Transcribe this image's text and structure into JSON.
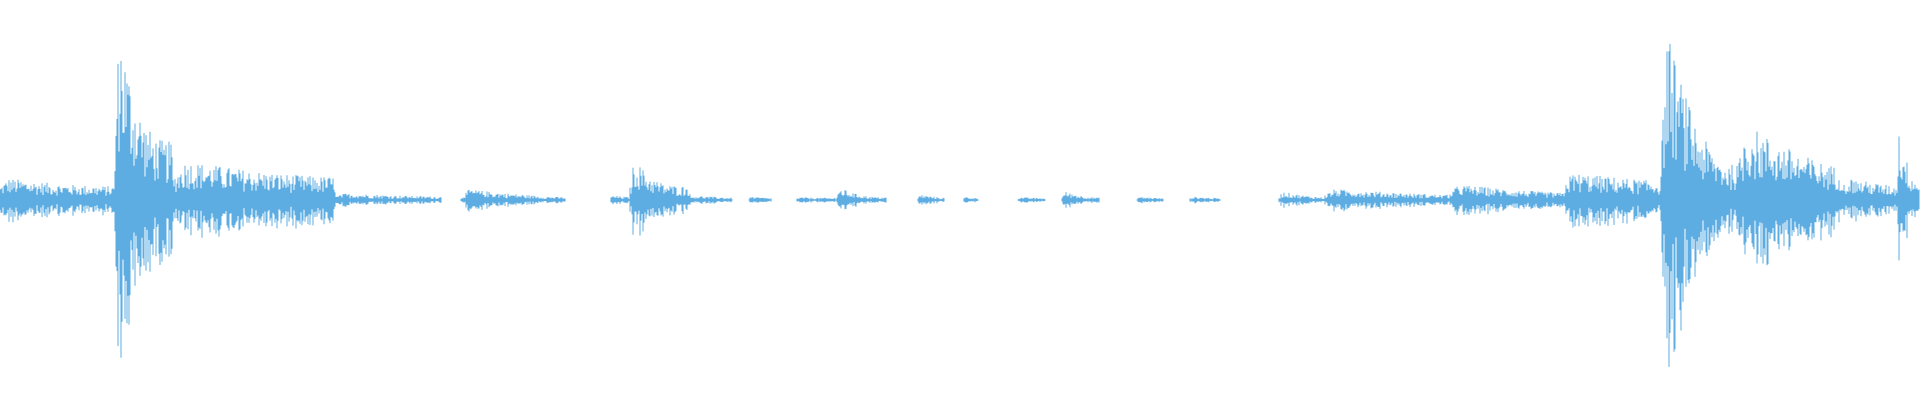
{
  "waveform": {
    "color": "#5dade2",
    "background": "#ffffff",
    "segments": [
      {
        "start": 0.0,
        "end": 0.06,
        "base": 0.06,
        "peak": 0.1,
        "tail": 0.5
      },
      {
        "start": 0.06,
        "end": 0.09,
        "base": 0.25,
        "peak": 0.92,
        "tail": 0.35
      },
      {
        "start": 0.09,
        "end": 0.175,
        "base": 0.1,
        "peak": 0.18,
        "tail": 0.6
      },
      {
        "start": 0.175,
        "end": 0.23,
        "base": 0.015,
        "peak": 0.03,
        "tail": 0.7
      },
      {
        "start": 0.24,
        "end": 0.295,
        "base": 0.012,
        "peak": 0.05,
        "tail": 0.7
      },
      {
        "start": 0.318,
        "end": 0.33,
        "base": 0.012,
        "peak": 0.02,
        "tail": 0.7
      },
      {
        "start": 0.328,
        "end": 0.36,
        "base": 0.06,
        "peak": 0.22,
        "tail": 0.3
      },
      {
        "start": 0.36,
        "end": 0.382,
        "base": 0.01,
        "peak": 0.02,
        "tail": 0.8
      },
      {
        "start": 0.39,
        "end": 0.402,
        "base": 0.008,
        "peak": 0.015,
        "tail": 0.8
      },
      {
        "start": 0.415,
        "end": 0.44,
        "base": 0.008,
        "peak": 0.012,
        "tail": 0.8
      },
      {
        "start": 0.436,
        "end": 0.462,
        "base": 0.012,
        "peak": 0.06,
        "tail": 0.4
      },
      {
        "start": 0.478,
        "end": 0.492,
        "base": 0.01,
        "peak": 0.025,
        "tail": 0.7
      },
      {
        "start": 0.502,
        "end": 0.51,
        "base": 0.008,
        "peak": 0.015,
        "tail": 0.8
      },
      {
        "start": 0.53,
        "end": 0.545,
        "base": 0.008,
        "peak": 0.012,
        "tail": 0.8
      },
      {
        "start": 0.553,
        "end": 0.573,
        "base": 0.01,
        "peak": 0.04,
        "tail": 0.6
      },
      {
        "start": 0.592,
        "end": 0.606,
        "base": 0.008,
        "peak": 0.015,
        "tail": 0.8
      },
      {
        "start": 0.62,
        "end": 0.636,
        "base": 0.008,
        "peak": 0.015,
        "tail": 0.8
      },
      {
        "start": 0.666,
        "end": 0.69,
        "base": 0.012,
        "peak": 0.04,
        "tail": 0.6
      },
      {
        "start": 0.69,
        "end": 0.755,
        "base": 0.022,
        "peak": 0.05,
        "tail": 0.8
      },
      {
        "start": 0.755,
        "end": 0.815,
        "base": 0.03,
        "peak": 0.07,
        "tail": 0.8
      },
      {
        "start": 0.815,
        "end": 0.865,
        "base": 0.08,
        "peak": 0.12,
        "tail": 0.9
      },
      {
        "start": 0.865,
        "end": 0.905,
        "base": 0.15,
        "peak": 0.85,
        "tail": 0.45
      },
      {
        "start": 0.905,
        "end": 0.96,
        "base": 0.14,
        "peak": 0.35,
        "tail": 0.7
      },
      {
        "start": 0.96,
        "end": 0.988,
        "base": 0.06,
        "peak": 0.1,
        "tail": 0.8
      },
      {
        "start": 0.988,
        "end": 1.0,
        "base": 0.08,
        "peak": 0.35,
        "tail": 0.5
      }
    ]
  }
}
